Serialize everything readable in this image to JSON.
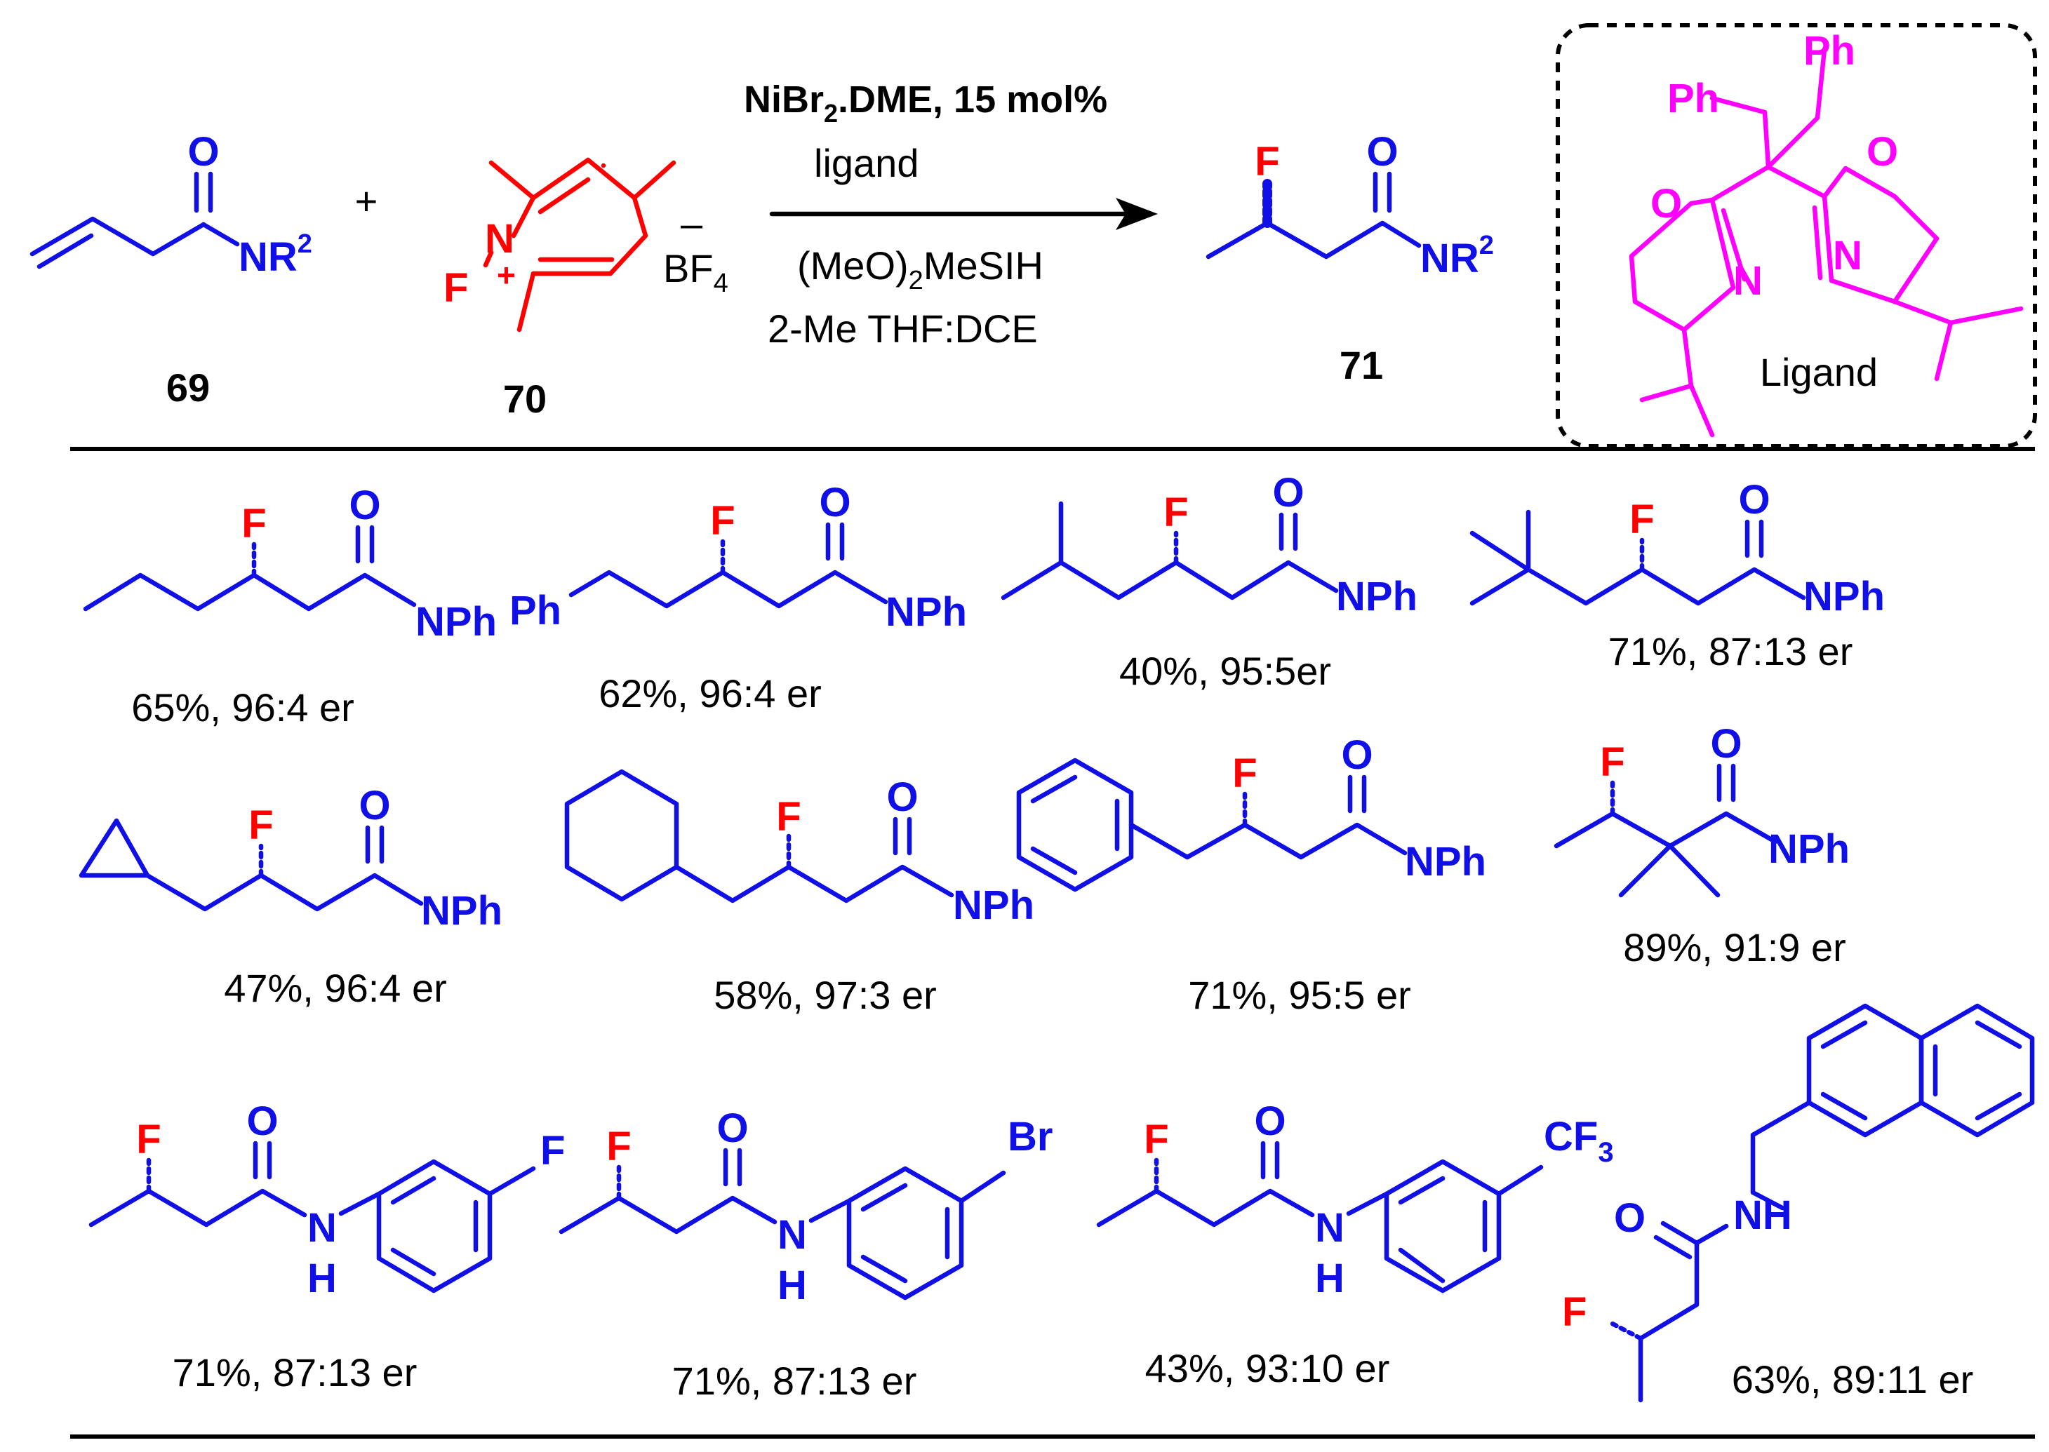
{
  "colors": {
    "product": "#1010e6",
    "reagent": "#ff0000",
    "ligand": "#ff00ff",
    "text": "#000000"
  },
  "atoms": {
    "O": "O",
    "F": "F",
    "N": "N",
    "NH": "NH",
    "H": "H",
    "Br": "Br",
    "NR": "NR",
    "sup2": "2",
    "NPh": "NPh",
    "Ph": "Ph",
    "CF": "CF",
    "sub3": "3",
    "plus": "+",
    "minus": "–",
    "BF": "BF",
    "sub4": "4"
  },
  "scheme": {
    "reactant_label": "69",
    "reagent_label": "70",
    "product_label": "71",
    "plus_sign": "+",
    "conditions": {
      "catalyst_pre": "NiBr",
      "catalyst_sub": "2",
      "catalyst_post": ".DME, 15 mol%",
      "ligand": "ligand",
      "silane_pre": "(MeO)",
      "silane_sub": "2",
      "silane_post": "MeSIH",
      "solvent": "2-Me THF:DCE"
    },
    "ligand_box_label": "Ligand"
  },
  "products": [
    {
      "yield": "65%, 96:4 er"
    },
    {
      "yield": "62%, 96:4 er"
    },
    {
      "yield": "40%, 95:5er"
    },
    {
      "yield": "71%, 87:13 er"
    },
    {
      "yield": "47%, 96:4 er"
    },
    {
      "yield": "58%, 97:3 er"
    },
    {
      "yield": "71%, 95:5 er"
    },
    {
      "yield": "89%, 91:9 er"
    },
    {
      "yield": "71%, 87:13 er"
    },
    {
      "yield": "71%, 87:13 er"
    },
    {
      "yield": "43%, 93:10 er"
    },
    {
      "yield": "63%, 89:11 er"
    }
  ]
}
